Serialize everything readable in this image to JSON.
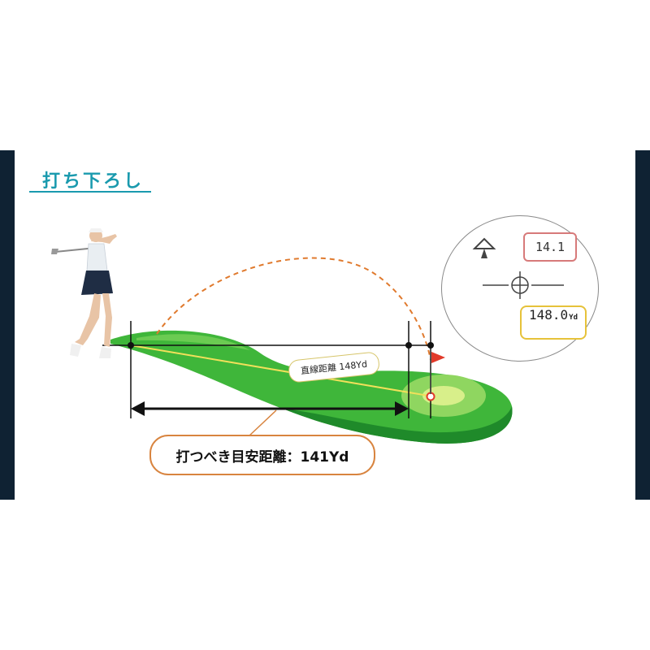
{
  "heading": "打ち下ろし",
  "slope_label": "直線距離 148Yd",
  "target_label": "打つべき目安距離：141Yd",
  "rangefinder": {
    "angle": "14.1",
    "distance_value": "148.0",
    "distance_unit": "Yd"
  },
  "colors": {
    "accent": "#1a9aae",
    "fairway": "#3fb63a",
    "fairway_dark": "#1f8a2a",
    "trajectory": "#e07a2e",
    "flag": "#e13a2a",
    "frame": "#0f2233"
  },
  "icons": [
    "golfer-figure",
    "flag-icon",
    "angle-icon",
    "crosshair-icon"
  ]
}
